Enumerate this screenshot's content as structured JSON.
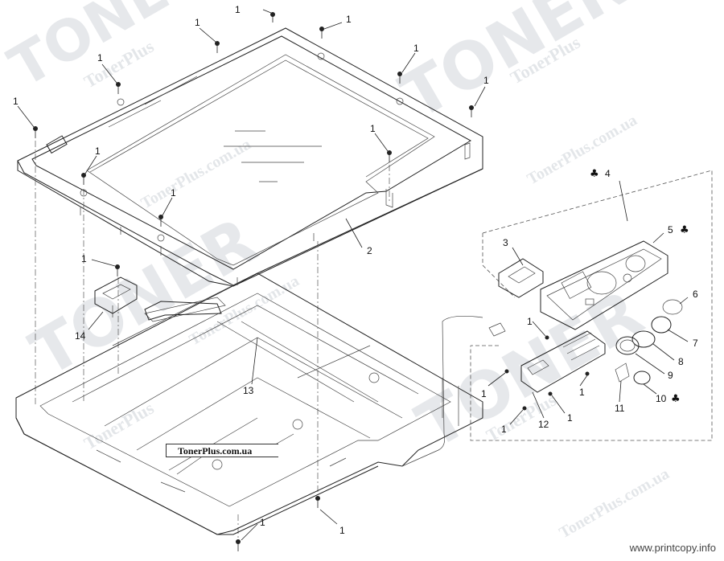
{
  "diagram": {
    "callouts": [
      {
        "id": "c1a",
        "text": "1"
      },
      {
        "id": "c1b",
        "text": "1"
      },
      {
        "id": "c1c",
        "text": "1"
      },
      {
        "id": "c1d",
        "text": "1"
      },
      {
        "id": "c1e",
        "text": "1"
      },
      {
        "id": "c1f",
        "text": "1"
      },
      {
        "id": "c1g",
        "text": "1"
      },
      {
        "id": "c1h",
        "text": "1"
      },
      {
        "id": "c1i",
        "text": "1"
      },
      {
        "id": "c1j",
        "text": "1"
      },
      {
        "id": "c1k",
        "text": "1"
      },
      {
        "id": "c1l",
        "text": "1"
      },
      {
        "id": "c1m",
        "text": "1"
      },
      {
        "id": "c1n",
        "text": "1"
      },
      {
        "id": "c1o",
        "text": "1"
      },
      {
        "id": "c1p",
        "text": "1"
      },
      {
        "id": "c1q",
        "text": "1"
      },
      {
        "id": "c1r",
        "text": "1"
      },
      {
        "id": "c2",
        "text": "2"
      },
      {
        "id": "c3",
        "text": "3"
      },
      {
        "id": "c4",
        "text": "4"
      },
      {
        "id": "c5",
        "text": "5"
      },
      {
        "id": "c6",
        "text": "6"
      },
      {
        "id": "c7",
        "text": "7"
      },
      {
        "id": "c8",
        "text": "8"
      },
      {
        "id": "c9",
        "text": "9"
      },
      {
        "id": "c10",
        "text": "10"
      },
      {
        "id": "c11",
        "text": "11"
      },
      {
        "id": "c12",
        "text": "12"
      },
      {
        "id": "c13",
        "text": "13"
      },
      {
        "id": "c14",
        "text": "14"
      }
    ],
    "markers": {
      "club": "♣"
    },
    "label_box": "TonerPlus.com.ua",
    "watermarks": {
      "toner": "TONER",
      "site": "TonerPlus.com.ua",
      "site_short": "TonerPlus"
    },
    "footer_url": "www.printcopy.info"
  }
}
